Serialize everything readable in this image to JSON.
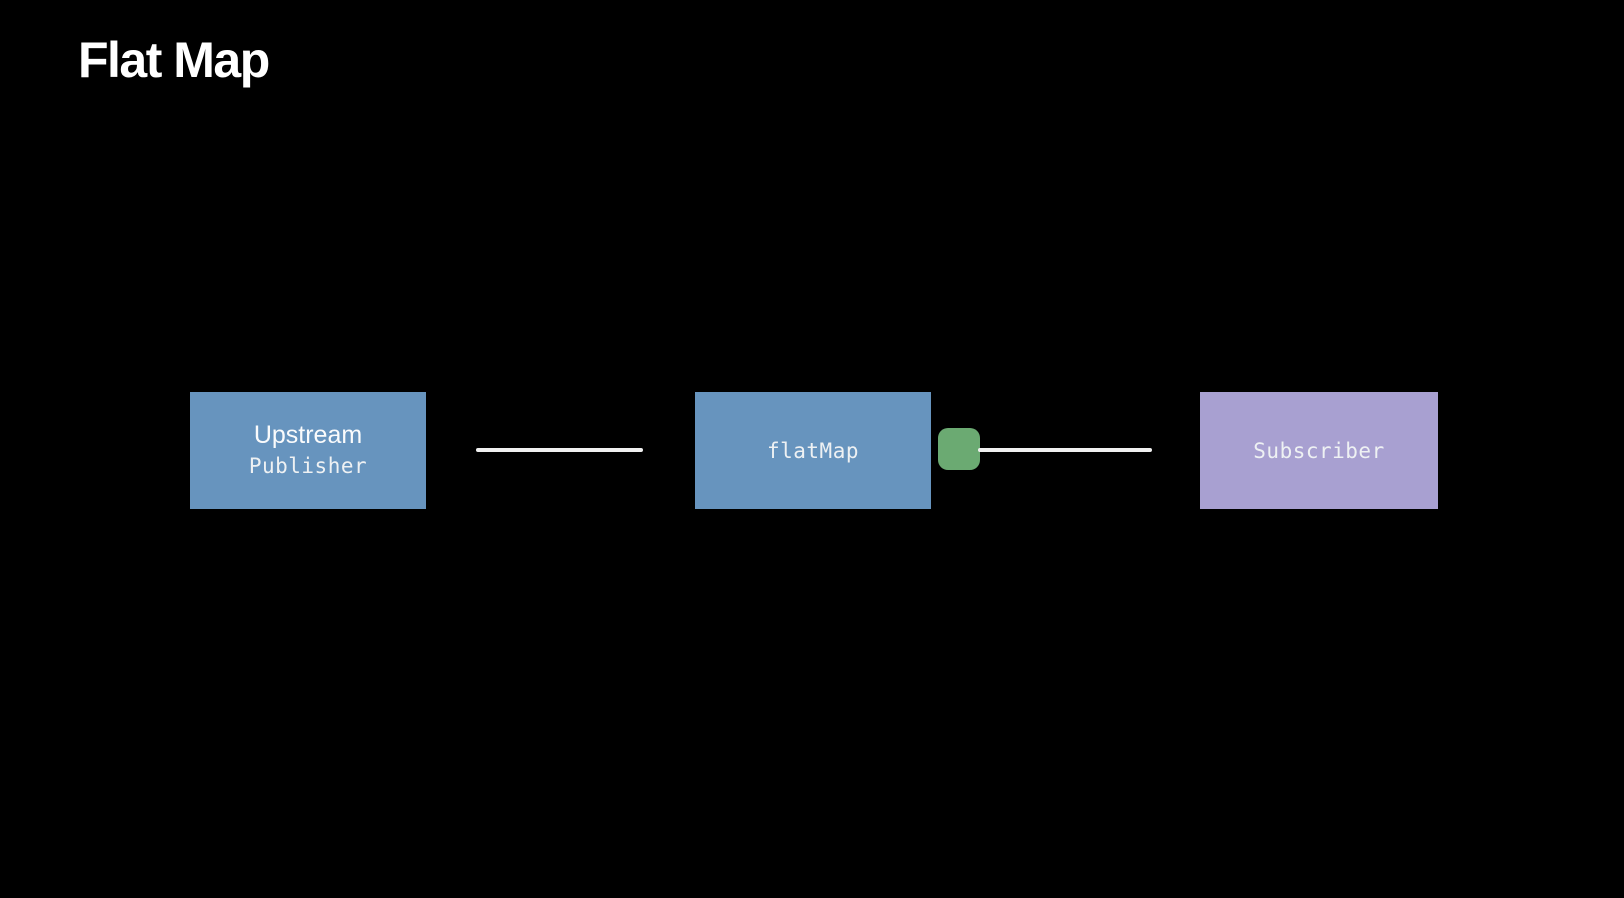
{
  "slide": {
    "title": "Flat Map",
    "background_color": "#000000",
    "title_color": "#ffffff"
  },
  "diagram": {
    "nodes": [
      {
        "id": "upstream-publisher",
        "title": "Upstream",
        "subtitle": "Publisher",
        "fill_color": "#6794BE"
      },
      {
        "id": "flatmap-operator",
        "title": "flatMap",
        "fill_color": "#6794BE"
      },
      {
        "id": "subscriber",
        "title": "Subscriber",
        "fill_color": "#A8A0D1"
      }
    ],
    "connectors": [
      {
        "id": "upstream-to-flatmap",
        "color": "#F0F0F0"
      },
      {
        "id": "flatmap-to-subscriber",
        "color": "#F0F0F0"
      }
    ],
    "marker": {
      "id": "flatmap-output-value",
      "shape": "rounded-square",
      "color": "#6BAA72"
    }
  }
}
